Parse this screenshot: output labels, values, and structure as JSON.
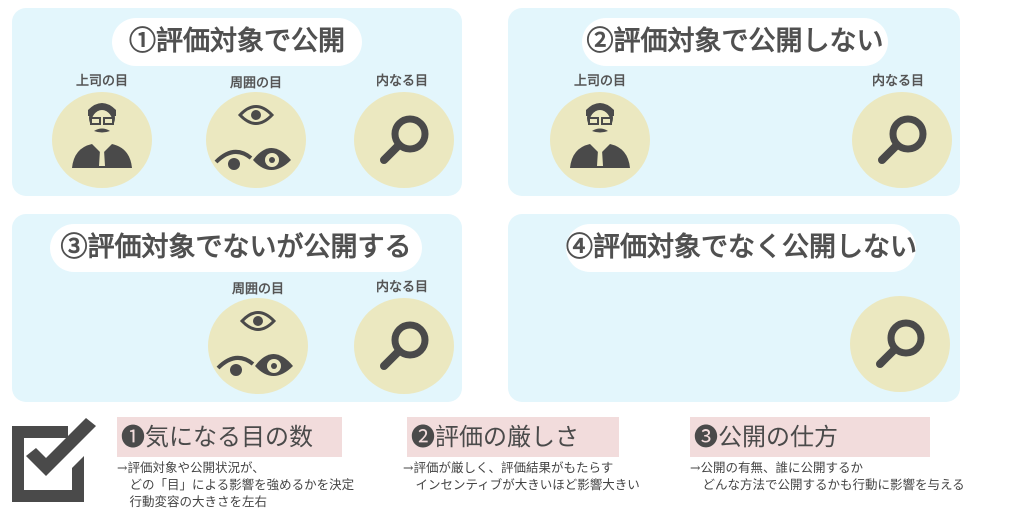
{
  "panels": [
    {
      "title": "①評価対象で公開",
      "eyes": [
        "上司の目",
        "周囲の目",
        "内なる目"
      ]
    },
    {
      "title": "②評価対象で公開しない",
      "eyes": [
        "上司の目",
        "内なる目"
      ]
    },
    {
      "title": "③評価対象でないが公開する",
      "eyes": [
        "周囲の目",
        "内なる目"
      ]
    },
    {
      "title": "④評価対象でなく公開しない",
      "eyes": []
    }
  ],
  "factors": [
    {
      "title": "❶気になる目の数",
      "lines": [
        "→評価対象や公開状況が、",
        "　どの「目」による影響を強めるかを決定",
        "　行動変容の大きさを左右"
      ]
    },
    {
      "title": "❷評価の厳しさ",
      "lines": [
        "→評価が厳しく、評価結果がもたらす",
        "　インセンティブが大きいほど影響大きい"
      ]
    },
    {
      "title": "❸公開の仕方",
      "lines": [
        "→公開の有無、誰に公開するか",
        "　どんな方法で公開するかも行動に影響を与える"
      ]
    }
  ],
  "colors": {
    "panel": "#e3f6fc",
    "circle": "#ebe8c0",
    "tag": "#f2dcdc",
    "icon": "#4a4a4a"
  }
}
